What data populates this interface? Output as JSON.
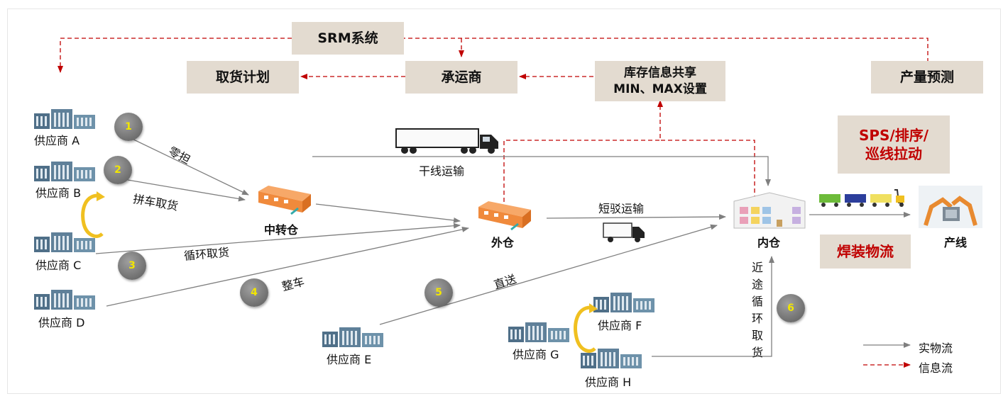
{
  "top_boxes": {
    "srm": "SRM系统",
    "pickup_plan": "取货计划",
    "carrier": "承运商",
    "inventory_line1": "库存信息共享",
    "inventory_line2": "MIN、MAX设置",
    "forecast": "产量预测"
  },
  "red_boxes": {
    "sps_line1": "SPS/排序/",
    "sps_line2": "巡线拉动",
    "welding": "焊装物流"
  },
  "suppliers": {
    "a": "供应商 A",
    "b": "供应商 B",
    "c": "供应商 C",
    "d": "供应商 D",
    "e": "供应商 E",
    "f": "供应商 F",
    "g": "供应商 G",
    "h": "供应商 H"
  },
  "nodes": {
    "transit_warehouse": "中转仓",
    "outer_warehouse": "外仓",
    "inner_warehouse": "内仓",
    "production_line": "产线"
  },
  "routes": {
    "less_than_load": "零担",
    "consolidated_pickup": "拼车取货",
    "milk_run": "循环取货",
    "full_truck": "整车",
    "direct": "直送",
    "trunk_transport": "干线运输",
    "short_haul": "短驳运输",
    "nearby_milk_run": "近途循环取货"
  },
  "badges": [
    "1",
    "2",
    "3",
    "4",
    "5",
    "6"
  ],
  "legend": {
    "physical_flow": "实物流",
    "info_flow": "信息流"
  },
  "colors": {
    "box_bg": "#e3dbd0",
    "info_flow": "#c00000",
    "physical_flow": "#7f7f7f",
    "warehouse_orange": "#f08a3c",
    "loop_arrow": "#f0c020"
  },
  "icons": [
    "factory-icon",
    "warehouse-icon",
    "truck-icon",
    "cart-train-icon",
    "robot-arm-icon",
    "circular-arrow-icon"
  ]
}
